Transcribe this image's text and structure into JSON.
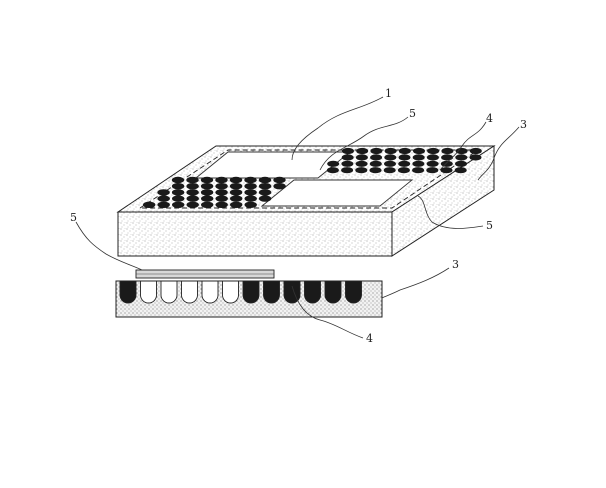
{
  "labels": {
    "top_left_1": "1",
    "top_left_5": "5",
    "top_right_4": "4",
    "top_right_3": "3",
    "right_5": "5",
    "left_5": "5",
    "section_3": "3",
    "section_4": "4"
  },
  "colors": {
    "line": "#222222",
    "cell_fill": "#1a1a1a",
    "stipple": "#9a9a9a",
    "background": "#ffffff"
  },
  "section_view": {
    "filled_cups": 7,
    "open_cups": 5
  }
}
